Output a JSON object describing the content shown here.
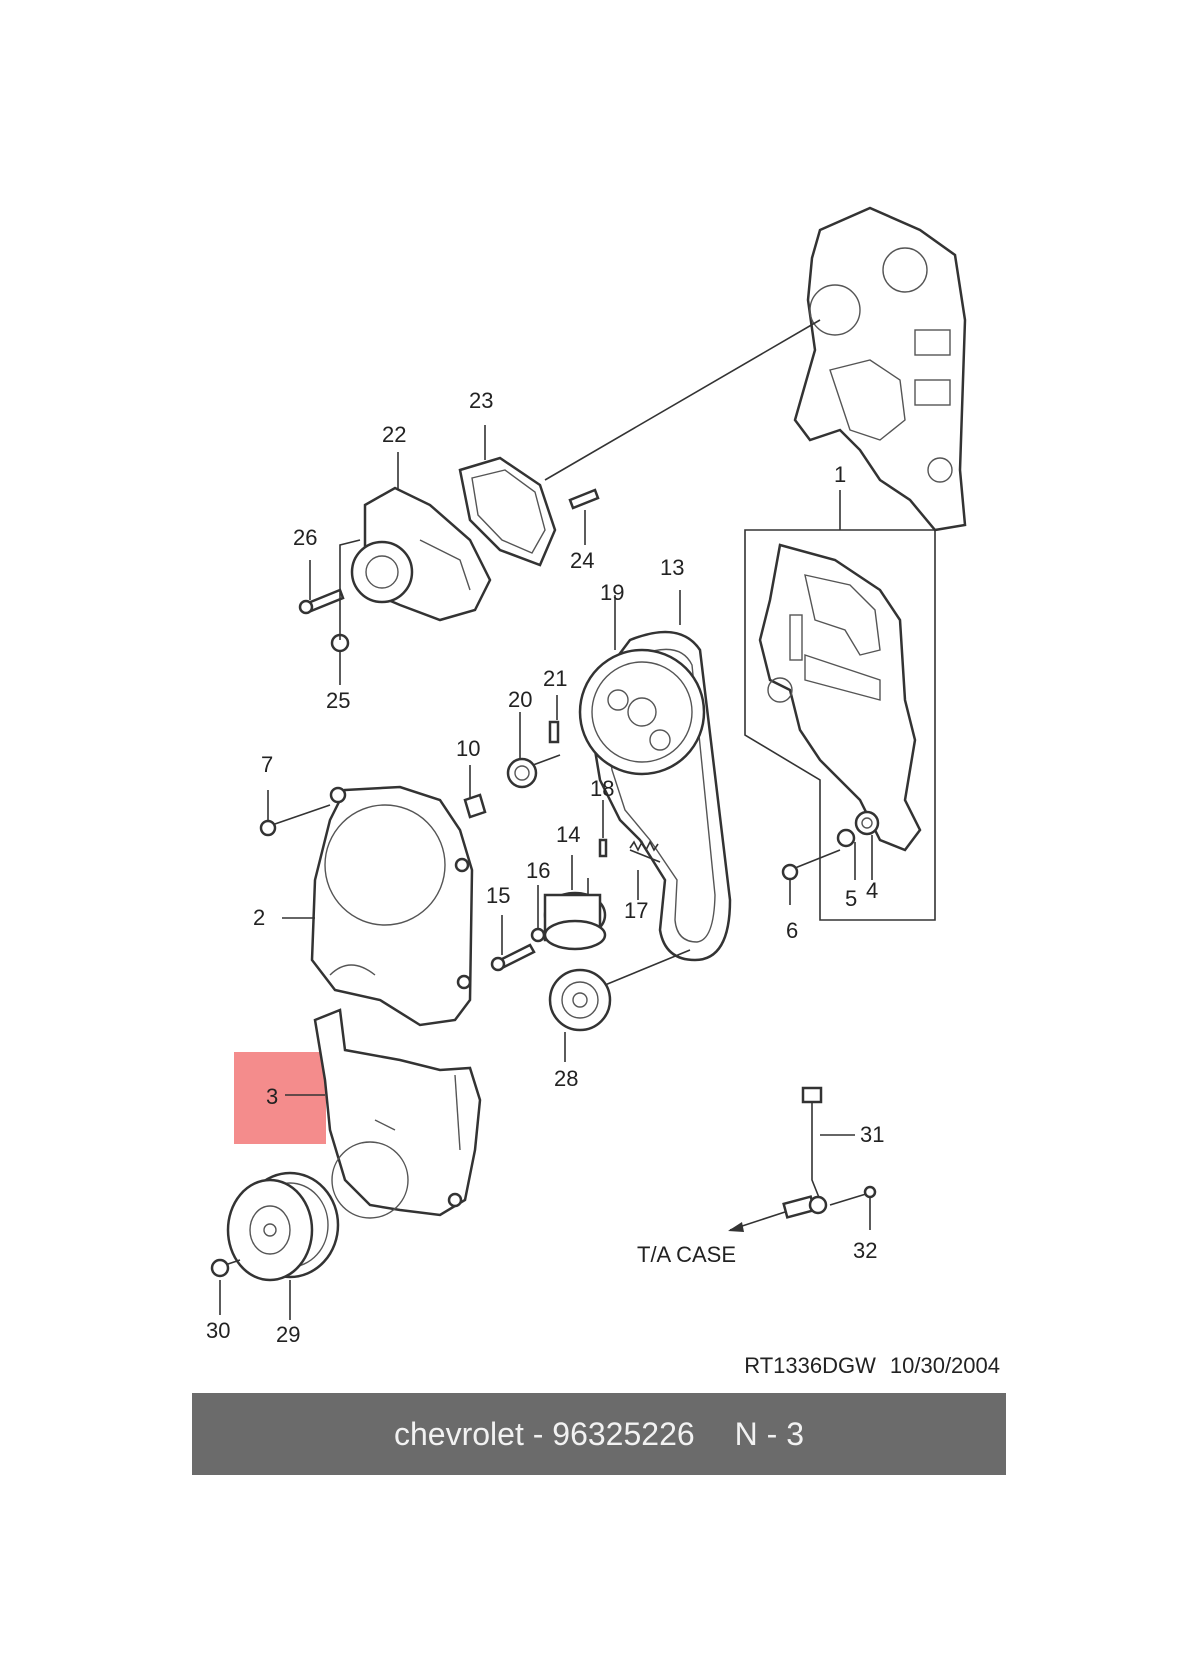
{
  "diagram": {
    "callouts": [
      "1",
      "2",
      "3",
      "4",
      "5",
      "6",
      "7",
      "10",
      "13",
      "14",
      "15",
      "16",
      "17",
      "18",
      "19",
      "20",
      "21",
      "22",
      "23",
      "24",
      "25",
      "26",
      "28",
      "29",
      "30",
      "31",
      "32"
    ],
    "highlighted_callout": "3",
    "highlight_color": "#f48c8c",
    "direction_label": "T/A CASE"
  },
  "reference": {
    "drawing_id": "RT1336DGW",
    "date": "10/30/2004"
  },
  "banner": {
    "text": "chevrolet - 96325226",
    "code": "N - 3",
    "background": "#6b6b6b"
  }
}
